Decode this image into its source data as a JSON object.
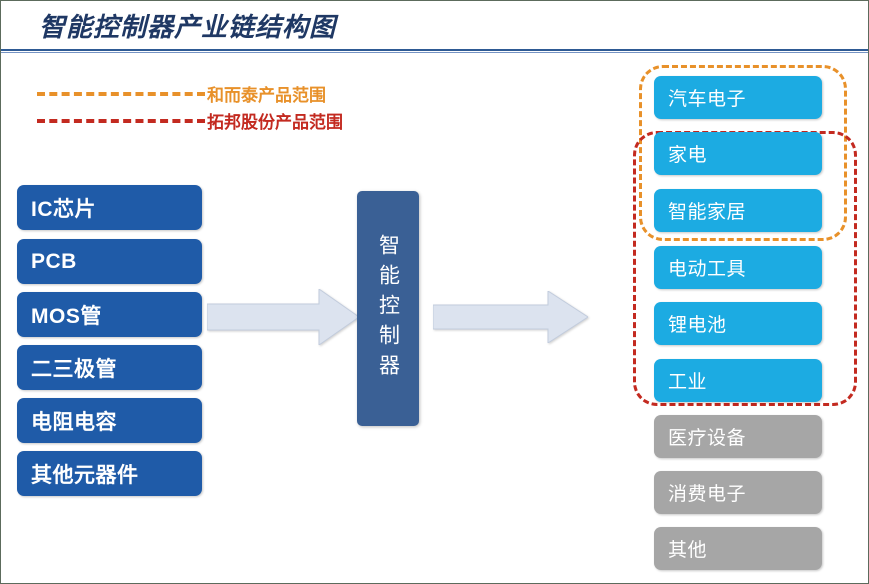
{
  "page": {
    "title": "智能控制器产业链结构图"
  },
  "legend": [
    {
      "id": "hert",
      "label": "和而泰产品范围",
      "color": "#E8912A",
      "line_style": "dashed"
    },
    {
      "id": "tobo",
      "label": "拓邦股份产品范围",
      "color": "#C32A20",
      "line_style": "dashed"
    }
  ],
  "upstream": {
    "items": [
      {
        "label": "IC芯片"
      },
      {
        "label": "PCB"
      },
      {
        "label": "MOS管"
      },
      {
        "label": "二三极管"
      },
      {
        "label": "电阻电容"
      },
      {
        "label": "其他元器件"
      }
    ],
    "color": "#1F5BA8"
  },
  "midstream": {
    "label": "智能控制器",
    "color": "#3A6095"
  },
  "downstream": {
    "items": [
      {
        "label": "汽车电子",
        "color": "#1CABE2",
        "highlighted": true
      },
      {
        "label": "家电",
        "color": "#1CABE2",
        "highlighted": true
      },
      {
        "label": "智能家居",
        "color": "#1CABE2",
        "highlighted": true
      },
      {
        "label": "电动工具",
        "color": "#1CABE2",
        "highlighted": true
      },
      {
        "label": "锂电池",
        "color": "#1CABE2",
        "highlighted": true
      },
      {
        "label": "工业",
        "color": "#1CABE2",
        "highlighted": true
      },
      {
        "label": "医疗设备",
        "color": "#A6A6A6",
        "highlighted": false
      },
      {
        "label": "消费电子",
        "color": "#A6A6A6",
        "highlighted": false
      },
      {
        "label": "其他",
        "color": "#A6A6A6",
        "highlighted": false
      }
    ]
  },
  "arrows": {
    "fill": "#DCE3EF",
    "stroke": "#C2CCDD",
    "left_arrow_name": "upstream-to-midstream-arrow",
    "right_arrow_name": "midstream-to-downstream-arrow"
  },
  "scopes": [
    {
      "id": "hert",
      "covers": [
        "汽车电子",
        "家电",
        "智能家居"
      ],
      "color": "#E8912A"
    },
    {
      "id": "tobo",
      "covers": [
        "家电",
        "智能家居",
        "电动工具",
        "锂电池",
        "工业"
      ],
      "color": "#C32A20"
    }
  ]
}
